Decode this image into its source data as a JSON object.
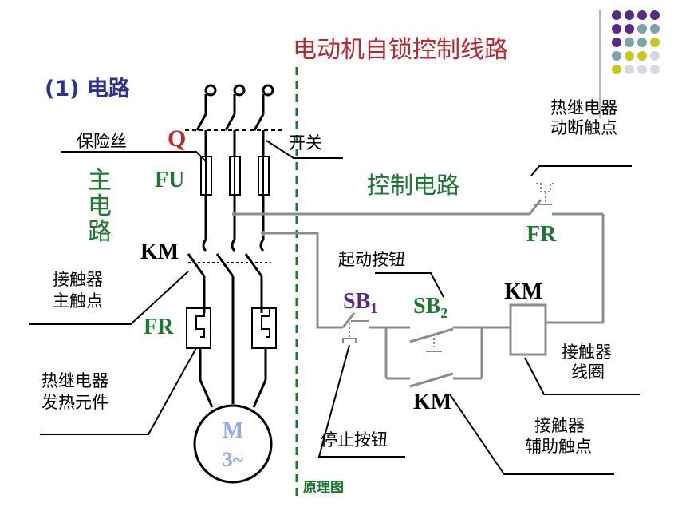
{
  "title": "电动机自锁控制线路",
  "section": "(1) 电路",
  "labels": {
    "fuse": "保险丝",
    "switch": "开关",
    "q": "Q",
    "fu": "FU",
    "main_circuit": [
      "主",
      "电",
      "路"
    ],
    "km_main": "KM",
    "contactor_main": [
      "接触器",
      "主触点"
    ],
    "fr_left": "FR",
    "heater": [
      "热继电器",
      "发热元件"
    ],
    "motor": [
      "M",
      "3~"
    ],
    "control_circuit": "控制电路",
    "overload_contact": [
      "热继电器",
      "动断触点"
    ],
    "fr_right": "FR",
    "start_button": "起动按钮",
    "sb1": "SB",
    "sb1_sub": "1",
    "sb2": "SB",
    "sb2_sub": "2",
    "km_coil": "KM",
    "coil": [
      "接触器",
      "线圈"
    ],
    "km_aux": "KM",
    "aux_contact": [
      "接触器",
      "辅助触点"
    ],
    "stop_button": "停止按钮",
    "schematic": "原理图"
  },
  "colors": {
    "title": "#c0272d",
    "section": "#2e3192",
    "green": "#1a7a2e",
    "q": "#c0272d",
    "motor_text": "#8fa8ff",
    "sb1": "#5b2a86",
    "grid_lines": "#8c8c8c"
  },
  "dots": [
    "#5b2a86",
    "#5b2a86",
    "#5b2a86",
    "#5b2a86",
    "#5b2a86",
    "#5b2a86",
    "#7aa3a8",
    "#7aa3a8",
    "#5b2a86",
    "#7aa3a8",
    "#7aa3a8",
    "#c8c81e",
    "#7aa3a8",
    "#c8c81e",
    "#c8c81e",
    "#d8d8e4",
    "#c8c81e",
    "#d8d8e4",
    "#d8d8e4",
    "#d8d8e4"
  ]
}
